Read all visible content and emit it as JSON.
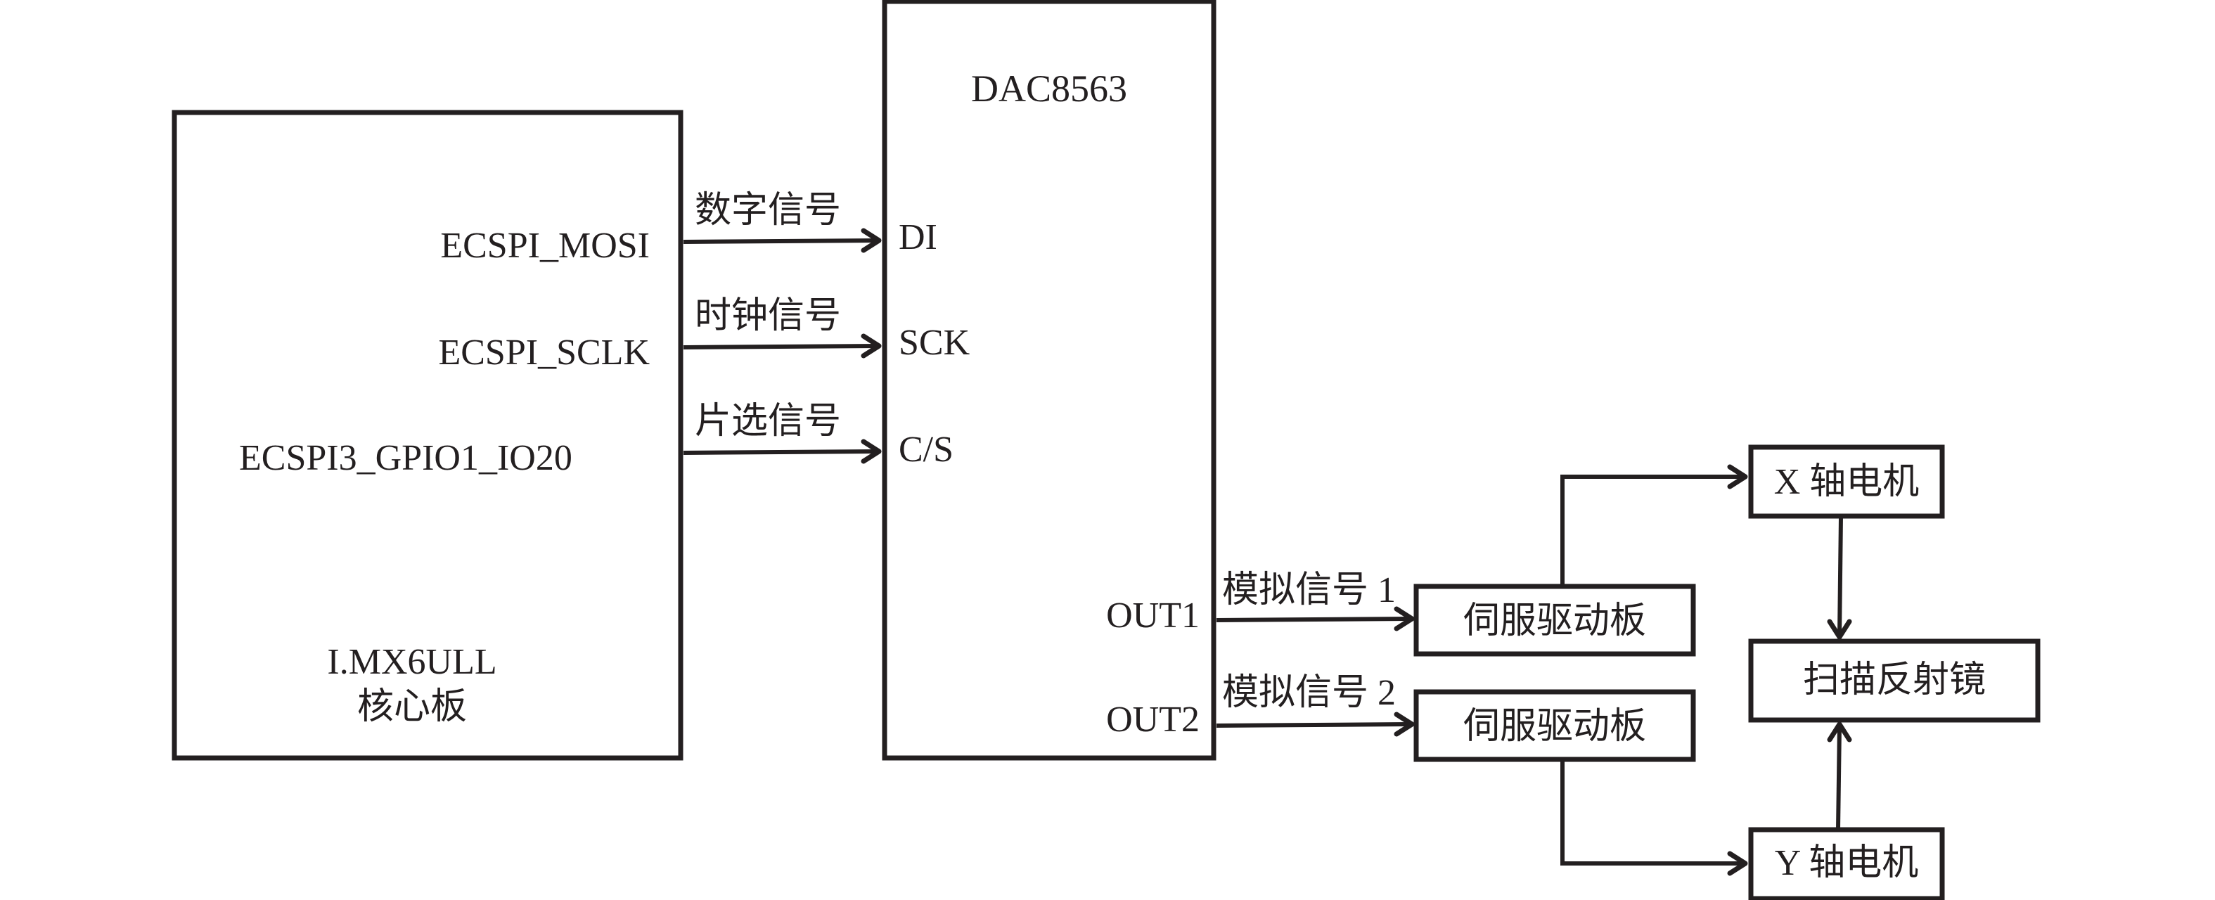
{
  "colors": {
    "line": "#231f20",
    "background": "#ffffff"
  },
  "blocks": {
    "mcu": {
      "title_line1": "I.MX6ULL",
      "title_line2": "核心板",
      "pins": [
        "ECSPI_MOSI",
        "ECSPI_SCLK",
        "ECSPI3_GPIO1_IO20"
      ]
    },
    "dac": {
      "title": "DAC8563",
      "inputs": [
        "DI",
        "SCK",
        "C/S"
      ],
      "outputs": [
        "OUT1",
        "OUT2"
      ]
    },
    "servo1": {
      "label": "伺服驱动板"
    },
    "servo2": {
      "label": "伺服驱动板"
    },
    "x_motor": {
      "label": "X 轴电机"
    },
    "y_motor": {
      "label": "Y 轴电机"
    },
    "mirror": {
      "label": "扫描反射镜"
    }
  },
  "signals": {
    "digital": "数字信号",
    "clock": "时钟信号",
    "chip_select": "片选信号",
    "analog1": "模拟信号 1",
    "analog2": "模拟信号 2"
  }
}
